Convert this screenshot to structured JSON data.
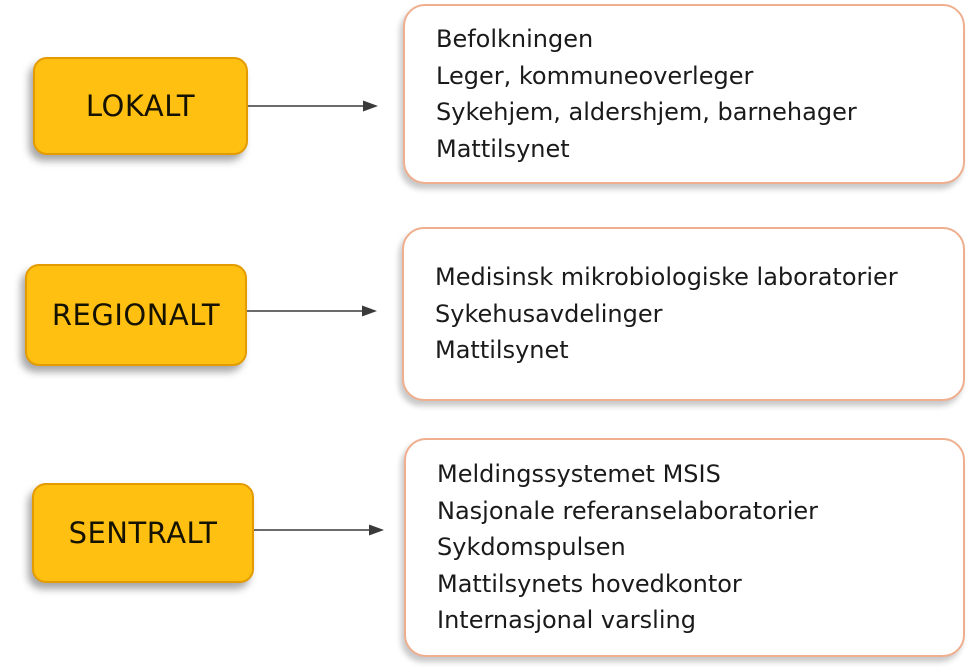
{
  "colors": {
    "box_fill": "#FFC011",
    "box_border": "#E39B00",
    "panel_border": "#EFAF8E",
    "arrow": "#3a3a3a",
    "text": "#1a1a1a"
  },
  "rows": [
    {
      "level": "LOKALT",
      "items": [
        "Befolkningen",
        "Leger, kommuneoverleger",
        "Sykehjem, aldershjem, barnehager",
        "Mattilsynet"
      ]
    },
    {
      "level": "REGIONALT",
      "items": [
        "Medisinsk mikrobiologiske laboratorier",
        "Sykehusavdelinger",
        "Mattilsynet"
      ]
    },
    {
      "level": "SENTRALT",
      "items": [
        "Meldingssystemet MSIS",
        "Nasjonale referanselaboratorier",
        "Sykdomspulsen",
        "Mattilsynets hovedkontor",
        "Internasjonal varsling"
      ]
    }
  ]
}
